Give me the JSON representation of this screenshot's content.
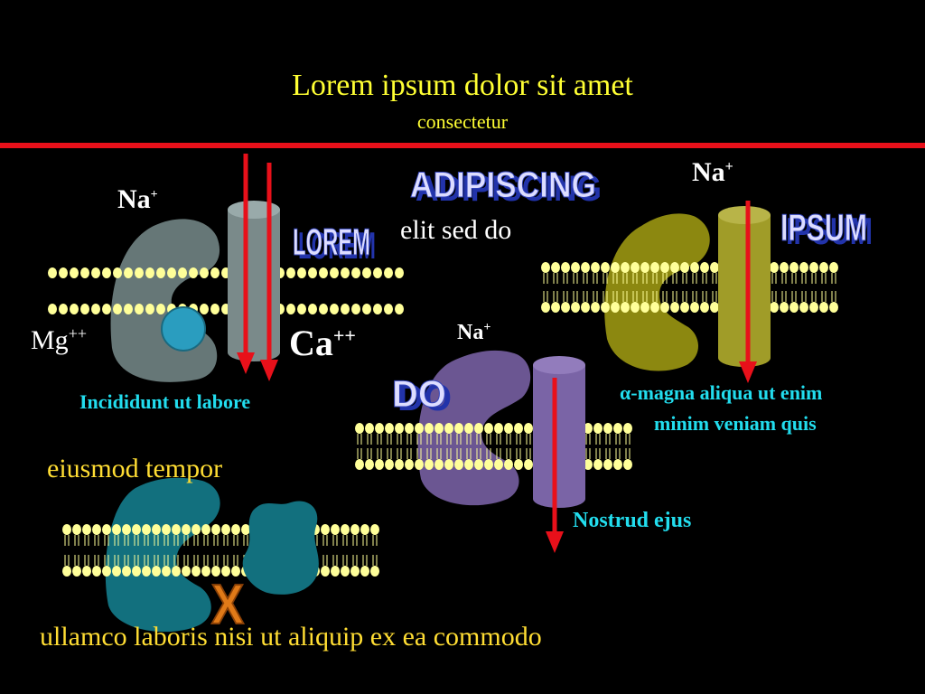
{
  "header": {
    "title": "Lorem ipsum dolor sit amet",
    "subtitle": "consectetur"
  },
  "labels": {
    "glutamato": "ADIPISCING",
    "ionotropicos": "elit sed do",
    "metabotropicos": "eiusmod tempor",
    "nmda_logo": "LOREM",
    "ampa_logo": "IPSUM",
    "ka_logo": "DO",
    "g_logo": "X",
    "nmda_full": "Incididunt ut labore",
    "ampa_full_1": "-magna aliqua ut enim",
    "ampa_full_2": "minim veniam quis",
    "alpha_symbol": "α",
    "ka_full": "Nostrud ejus",
    "bottom_line": "ullamco laboris nisi ut aliquip ex ea commodo"
  },
  "ions": {
    "na_nmda": {
      "base": "Na",
      "charge": "+"
    },
    "mg": {
      "base": "Mg",
      "charge": "++"
    },
    "ca": {
      "base": "Ca",
      "charge": "++"
    },
    "na_ampa": {
      "base": "Na",
      "charge": "+"
    },
    "na_ka": {
      "base": "Na",
      "charge": "+"
    }
  },
  "colors": {
    "background": "#000000",
    "title": "#ffff33",
    "divider": "#e8101a",
    "arrow": "#e8101a",
    "lipid_head": "#ffff99",
    "nmda_receptor": "#667777",
    "nmda_channel": "#7a8a8a",
    "mg_site": "#2a9dbf",
    "ampa_receptor": "#8c8810",
    "ampa_channel": "#a09c28",
    "ka_receptor": "#6b5692",
    "ka_channel": "#7a64a6",
    "metabotropic_receptor": "#12707e",
    "g_protein": "#e07a18",
    "logo_fill": "#ddddff",
    "logo_shadow": "#2233aa",
    "cyan_text": "#22ddee",
    "yellow_text": "#ffdd33"
  }
}
